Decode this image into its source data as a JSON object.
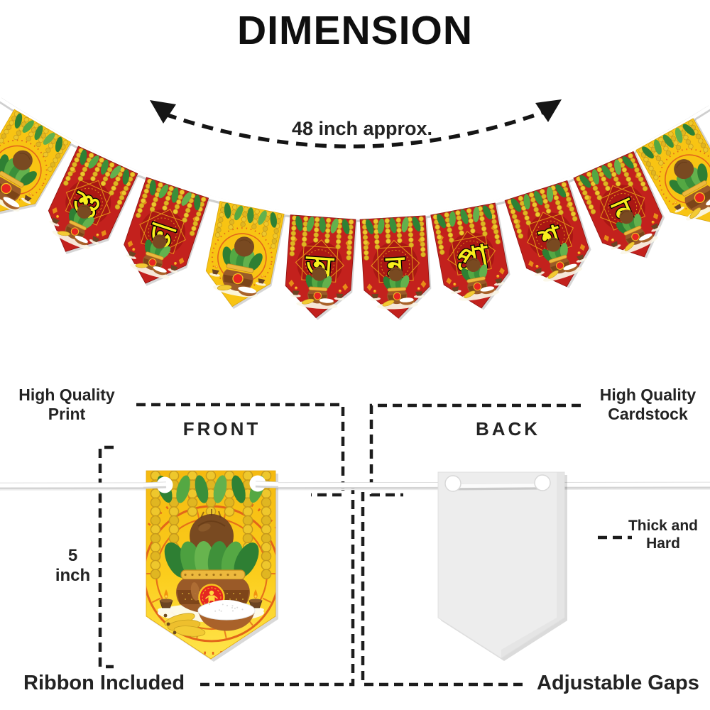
{
  "title": "DIMENSION",
  "banner": {
    "span_label": "48 inch approx.",
    "flags": [
      {
        "letter": "",
        "color": "yellow"
      },
      {
        "letter": "শু",
        "color": "red"
      },
      {
        "letter": "ভ",
        "color": "red"
      },
      {
        "letter": "",
        "color": "yellow"
      },
      {
        "letter": "অ",
        "color": "red"
      },
      {
        "letter": "ন্ন",
        "color": "red"
      },
      {
        "letter": "প্রা",
        "color": "red"
      },
      {
        "letter": "শ",
        "color": "red"
      },
      {
        "letter": "ন",
        "color": "red"
      },
      {
        "letter": "",
        "color": "yellow"
      }
    ]
  },
  "annotations": {
    "high_quality_print": "High Quality\nPrint",
    "front": "FRONT",
    "back": "BACK",
    "high_quality_cardstock": "High Quality\nCardstock",
    "height_label": "5\ninch",
    "thick_and_hard": "Thick and\nHard",
    "ribbon_included": "Ribbon Included",
    "adjustable_gaps": "Adjustable Gaps"
  },
  "colors": {
    "flag_red": "#c3211d",
    "flag_red_dark": "#a01411",
    "flag_yellow": "#f8c413",
    "letter_yellow": "#f8ee1c",
    "pattern_orange": "#e2661a",
    "gold": "#f0a818",
    "marigold": "#eec72c",
    "leaf_green": "#3b8f3a",
    "back_cardstock": "#ededed",
    "string_white": "#ffffff",
    "line_black": "#1c1c1c",
    "text_black": "#232323"
  }
}
